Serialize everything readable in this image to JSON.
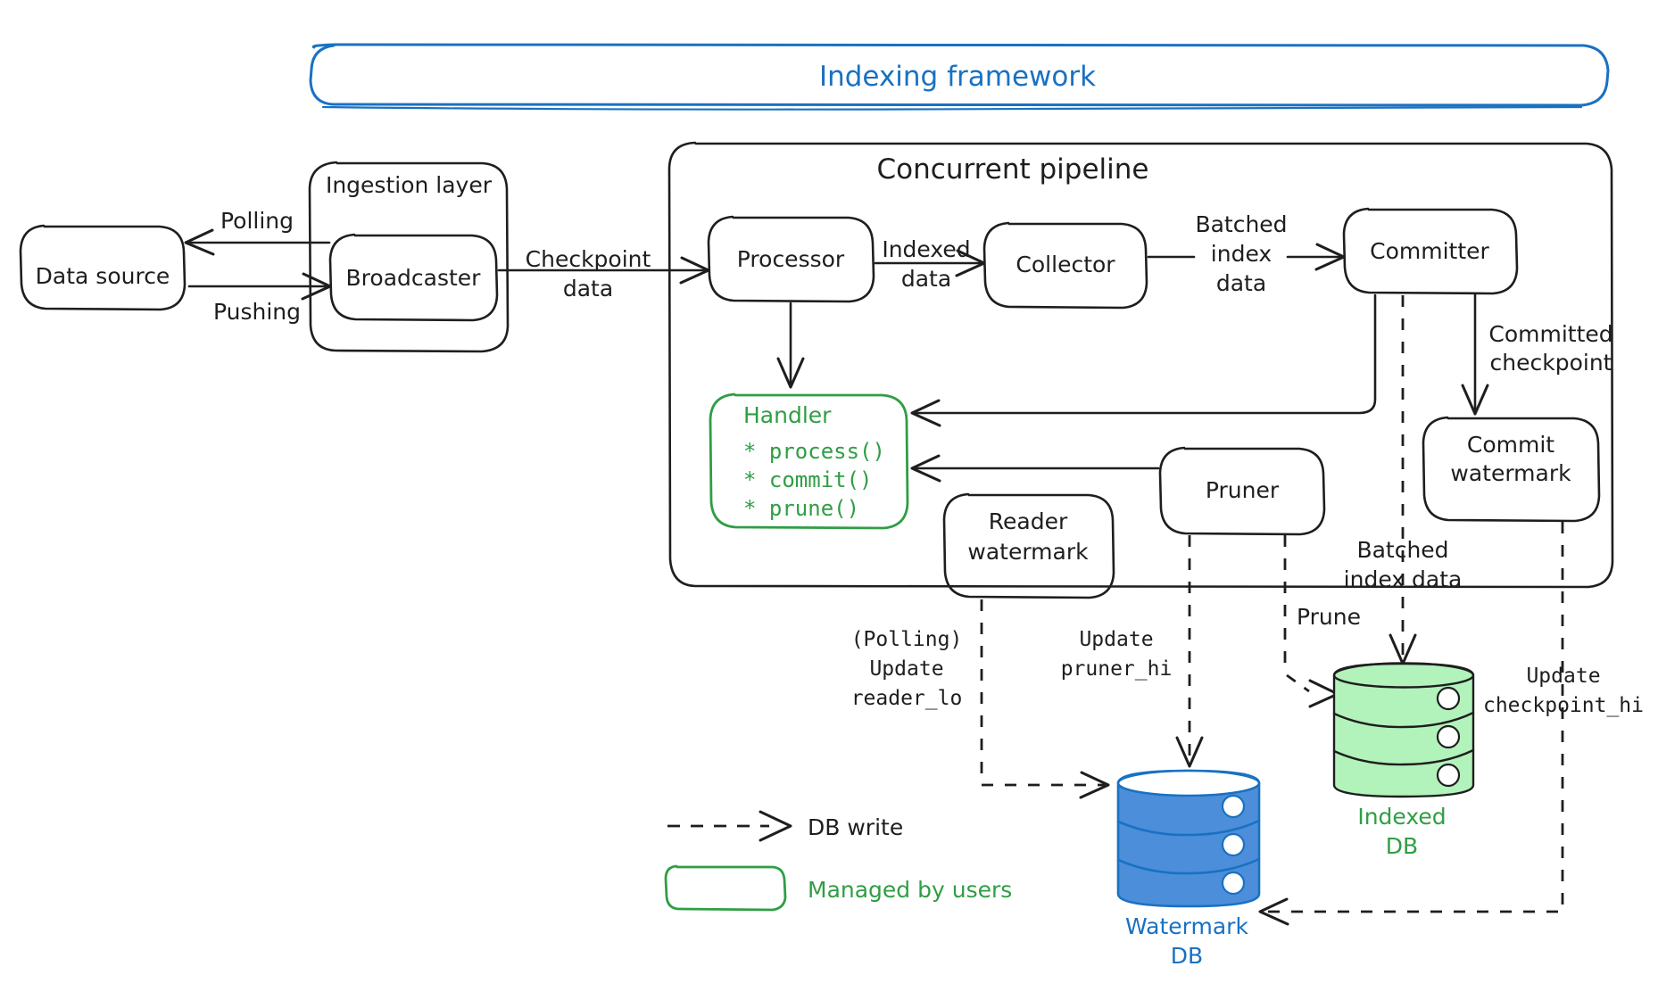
{
  "diagram": {
    "title": "Indexing framework",
    "containers": [
      {
        "id": "framework",
        "label": "Indexing framework",
        "color": "#1971c2"
      },
      {
        "id": "ingestion",
        "label": "Ingestion layer",
        "color": "#1e1e1e"
      },
      {
        "id": "pipeline",
        "label": "Concurrent pipeline",
        "color": "#1e1e1e"
      }
    ],
    "nodes": {
      "data_source": "Data source",
      "broadcaster": "Broadcaster",
      "processor": "Processor",
      "collector": "Collector",
      "committer": "Committer",
      "commit_watermark_l1": "Commit",
      "commit_watermark_l2": "watermark",
      "reader_watermark_l1": "Reader",
      "reader_watermark_l2": "watermark",
      "pruner": "Pruner",
      "handler_title": "Handler",
      "handler_methods": [
        "* process()",
        "* commit()",
        "* prune()"
      ]
    },
    "edge_labels": {
      "polling": "Polling",
      "pushing": "Pushing",
      "checkpoint_data_l1": "Checkpoint",
      "checkpoint_data_l2": "data",
      "indexed_data_l1": "Indexed",
      "indexed_data_l2": "data",
      "batched_index_data_l1": "Batched",
      "batched_index_data_l2": "index",
      "batched_index_data_l3": "data",
      "committed_checkpoint_l1": "Committed",
      "committed_checkpoint_l2": "checkpoint",
      "batched_index_data2_l1": "Batched",
      "batched_index_data2_l2": "index data",
      "prune": "Prune",
      "polling_paren": "(Polling)",
      "update_reader_l1": "Update",
      "update_reader_l2": "reader_lo",
      "update_pruner_l1": "Update",
      "update_pruner_l2": "pruner_hi",
      "update_checkpoint_l1": "Update",
      "update_checkpoint_l2": "checkpoint_hi"
    },
    "databases": [
      {
        "id": "indexed-db",
        "label_l1": "Indexed",
        "label_l2": "DB",
        "color": "#2f9e44",
        "fill": "#b2f2bb"
      },
      {
        "id": "watermark-db",
        "label_l1": "Watermark",
        "label_l2": "DB",
        "color": "#1971c2",
        "fill": "#4c8ed9"
      }
    ],
    "legend": [
      {
        "id": "db-write",
        "label": "DB write",
        "color": "#1e1e1e",
        "kind": "dashed-arrow"
      },
      {
        "id": "managed-by-users",
        "label": "Managed by users",
        "color": "#2f9e44",
        "kind": "green-box"
      }
    ]
  }
}
